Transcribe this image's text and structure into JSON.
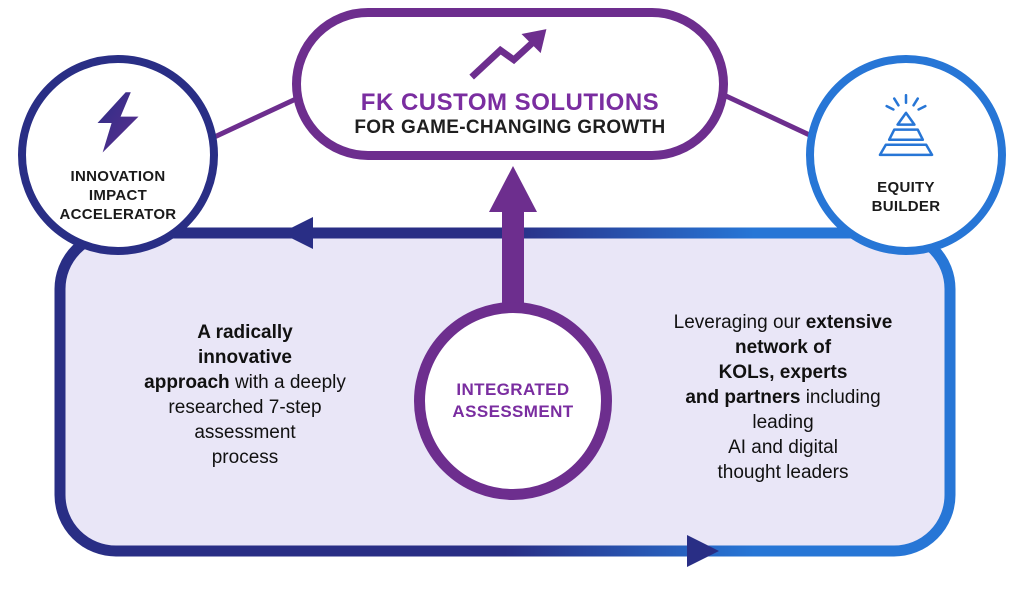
{
  "pill": {
    "title": "FK CUSTOM SOLUTIONS",
    "subtitle": "FOR GAME-CHANGING GROWTH"
  },
  "nodes": {
    "left": {
      "label": "INNOVATION\nIMPACT\nACCELERATOR"
    },
    "right": {
      "label": "EQUITY\nBUILDER"
    },
    "center": {
      "label": "INTEGRATED\nASSESSMENT"
    }
  },
  "panel": {
    "left_text": {
      "bold": "A radically\ninnovative\napproach",
      "regular": "with a deeply\nresearched 7-step\nassessment\nprocess"
    },
    "right_text": {
      "intro": "Leveraging our",
      "bold": "extensive\nnetwork of\nKOLs, experts\nand partners",
      "outro": "including leading\nAI and digital\nthought leaders"
    }
  },
  "colors": {
    "purple": "#6d2e8e",
    "title_purple": "#7a2da0",
    "navy": "#292e85",
    "blue": "#2776d6",
    "panel_fill": "#e9e6f7",
    "text_dark": "#1a1a1a"
  },
  "icons": [
    "growth-arrow-icon",
    "lightning-bolt-icon",
    "pyramid-icon",
    "up-arrow-icon",
    "flow-arrow-left-icon",
    "flow-arrow-right-icon"
  ]
}
